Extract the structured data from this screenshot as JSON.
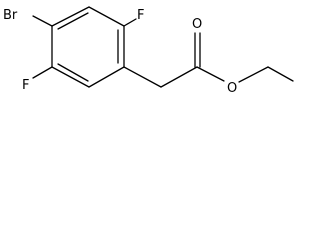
{
  "molecule": {
    "atoms": {
      "bromine": "Br",
      "fluorine_top": "F",
      "fluorine_bottom": "F",
      "oxygen_carbonyl": "O",
      "oxygen_ester": "O"
    }
  }
}
